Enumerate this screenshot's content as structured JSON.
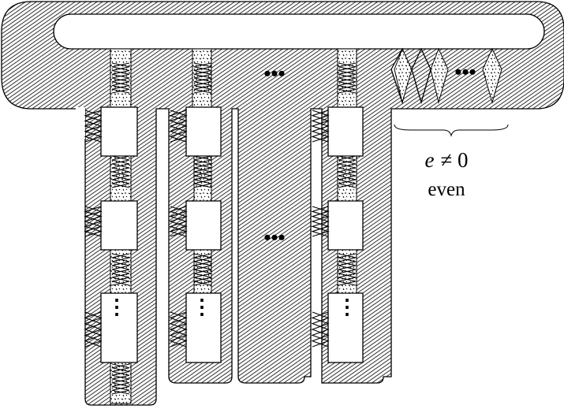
{
  "diagram": {
    "brace_label_main": "e ≠ 0",
    "brace_label_var": "e",
    "brace_label_rel": "≠ 0",
    "brace_label_sub": "even",
    "ellipsis_h": "•••",
    "ellipsis_v": "⋮",
    "colors": {
      "stroke": "#000000",
      "background": "#ffffff",
      "hatch": "#000000"
    }
  }
}
